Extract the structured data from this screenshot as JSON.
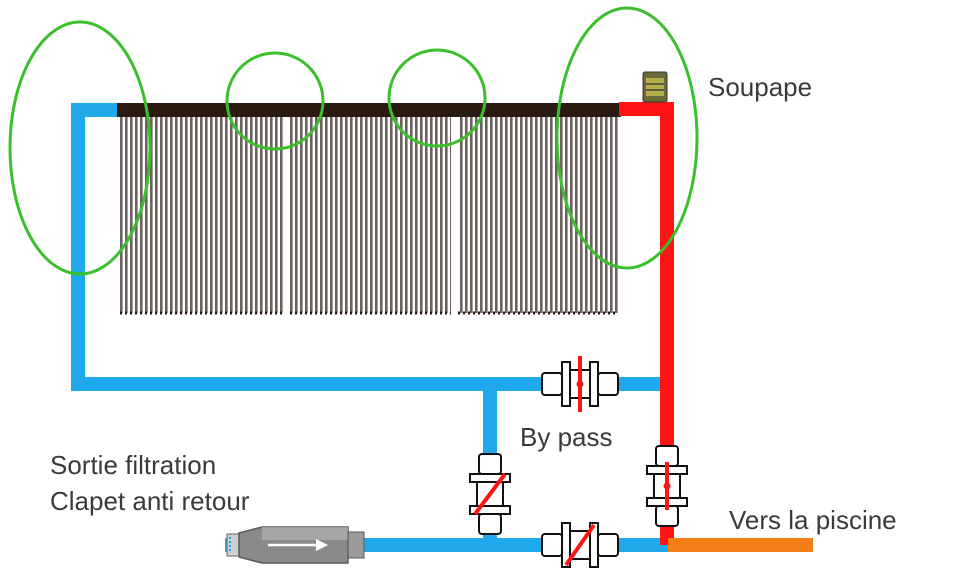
{
  "labels": {
    "valve": "Soupape",
    "bypass": "By pass",
    "filtration_output": "Sortie filtration",
    "check_valve": "Clapet anti retour",
    "to_pool": "Vers la piscine"
  },
  "colors": {
    "cold_pipe": "#1fa9ea",
    "hot_pipe": "#ff1414",
    "pool_pipe": "#f57f17",
    "highlight_circle": "#3bbf2c",
    "collector_header": "#2a1a12",
    "collector_tubes": "#6b625f",
    "label_text": "#3a3a3a"
  },
  "icons": {
    "valve": "pressure-relief-valve-icon",
    "check_valve": "check-valve-icon",
    "gate_valve": "gate-valve-icon"
  }
}
